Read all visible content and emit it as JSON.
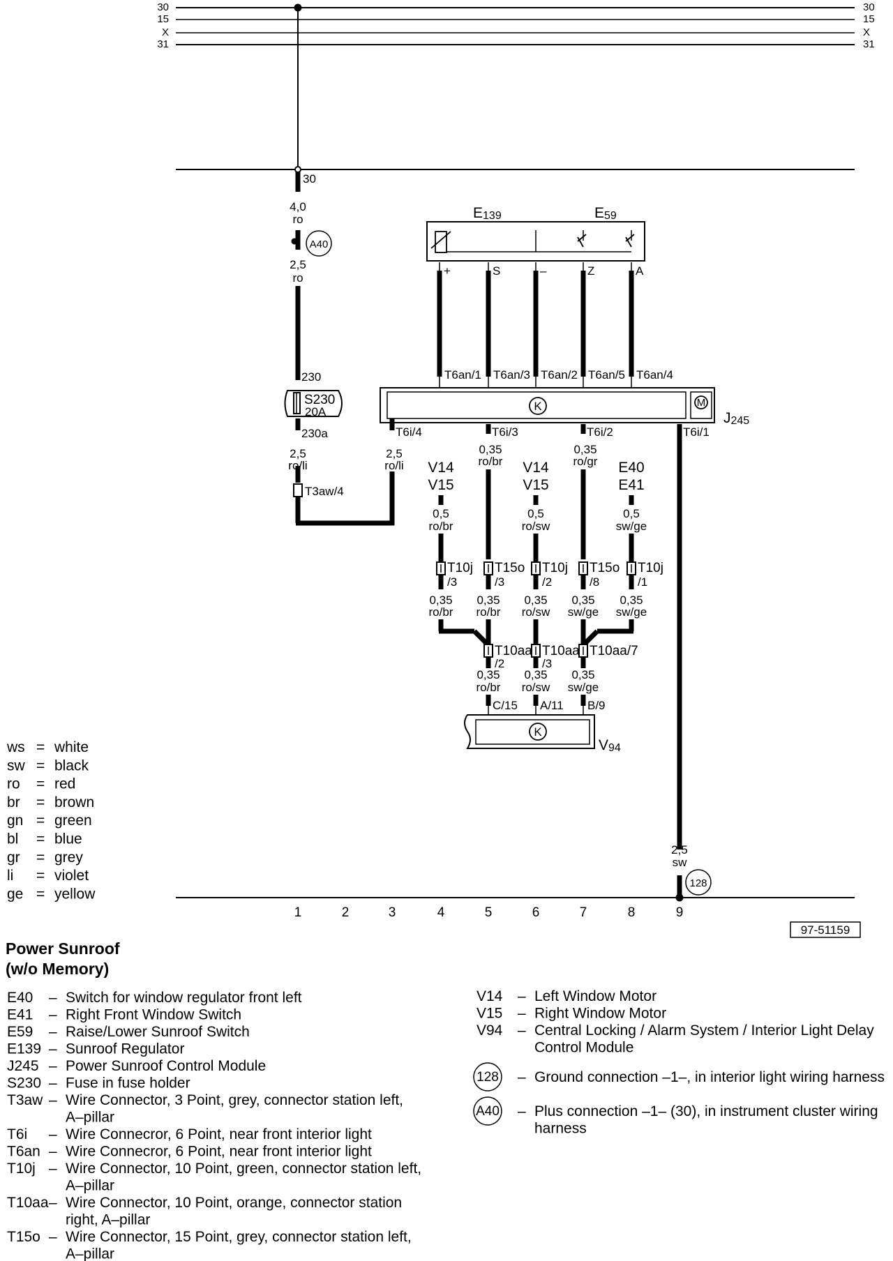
{
  "diagram_id": "97-51159",
  "title_line1": "Power Sunroof",
  "title_line2": "(w/o Memory)",
  "rails": [
    {
      "label": "30"
    },
    {
      "label": "15"
    },
    {
      "label": "X"
    },
    {
      "label": "31"
    }
  ],
  "terminal_30": "30",
  "components": {
    "E139": "E139",
    "E59": "E59",
    "J245": "J245",
    "V94": "V94",
    "S230": "S230",
    "S230_rating": "20A",
    "E139_sub": "139",
    "E59_sub": "59",
    "J245_sub": "245",
    "V94_sub": "94",
    "S230_sub": "230"
  },
  "switch_pins": [
    "+",
    "S",
    "–",
    "Z",
    "A"
  ],
  "j245_top_pins": [
    "T6an/1",
    "T6an/3",
    "T6an/2",
    "T6an/5",
    "T6an/4"
  ],
  "j245_bottom_pins": [
    "T6i/4",
    "T6i/3",
    "T6i/2",
    "T6i/1"
  ],
  "fuse_pins": {
    "in": "230",
    "out": "230a"
  },
  "grounds": {
    "a40": "A40",
    "g128": "128"
  },
  "wires": {
    "w30a_size": "4,0",
    "w30a_color": "ro",
    "w30b_size": "2,5",
    "w30b_color": "ro",
    "fuse_out_size": "2,5",
    "fuse_out_color": "ro/li",
    "t6i4_size": "2,5",
    "t6i4_color": "ro/li",
    "t6i3_size": "0,35",
    "t6i3_color": "ro/br",
    "t6i2_size": "0,35",
    "t6i2_color": "ro/gr",
    "gnd_size": "2,5",
    "gnd_color": "sw"
  },
  "conn_t3aw": "T3aw/4",
  "motor_refs": [
    {
      "a": "V14",
      "b": "V15",
      "size": "0,5",
      "color": "ro/br"
    },
    {
      "a": "V14",
      "b": "V15",
      "size": "0,5",
      "color": "ro/sw"
    },
    {
      "a": "E40",
      "b": "E41",
      "size": "0,5",
      "color": "sw/ge"
    }
  ],
  "connectors_mid": [
    {
      "name": "T10j",
      "pin": "/3"
    },
    {
      "name": "T15o",
      "pin": "/3"
    },
    {
      "name": "T10j",
      "pin": "/2"
    },
    {
      "name": "T15o",
      "pin": "/8"
    },
    {
      "name": "T10j",
      "pin": "/1"
    }
  ],
  "wires_mid": [
    {
      "size": "0,35",
      "color": "ro/br"
    },
    {
      "size": "0,35",
      "color": "ro/br"
    },
    {
      "size": "0,35",
      "color": "ro/sw"
    },
    {
      "size": "0,35",
      "color": "sw/ge"
    },
    {
      "size": "0,35",
      "color": "sw/ge"
    }
  ],
  "connectors_low": [
    {
      "name": "T10aa",
      "pin": "/2"
    },
    {
      "name": "T10aa",
      "pin": "/3"
    },
    {
      "name": "T10aa/7",
      "pin": ""
    }
  ],
  "wires_low": [
    {
      "size": "0,35",
      "color": "ro/br"
    },
    {
      "size": "0,35",
      "color": "ro/sw"
    },
    {
      "size": "0,35",
      "color": "sw/ge"
    }
  ],
  "v94_pins": [
    "C/15",
    "A/11",
    "B/9"
  ],
  "relay_symbol": "K",
  "motor_symbol": "M",
  "columns": [
    "1",
    "2",
    "3",
    "4",
    "5",
    "6",
    "7",
    "8",
    "9"
  ],
  "color_legend": [
    {
      "code": "ws",
      "eq": "=",
      "name": "white"
    },
    {
      "code": "sw",
      "eq": "=",
      "name": "black"
    },
    {
      "code": "ro",
      "eq": "=",
      "name": "red"
    },
    {
      "code": "br",
      "eq": "=",
      "name": "brown"
    },
    {
      "code": "gn",
      "eq": "=",
      "name": "green"
    },
    {
      "code": "bl",
      "eq": "=",
      "name": "blue"
    },
    {
      "code": "gr",
      "eq": "=",
      "name": "grey"
    },
    {
      "code": "li",
      "eq": "=",
      "name": "violet"
    },
    {
      "code": "ge",
      "eq": "=",
      "name": "yellow"
    }
  ],
  "legend_left": [
    {
      "code": "E40",
      "lines": [
        "Switch for window regulator front left"
      ]
    },
    {
      "code": "E41",
      "lines": [
        "Right Front Window Switch"
      ]
    },
    {
      "code": "E59",
      "lines": [
        "Raise/Lower Sunroof Switch"
      ]
    },
    {
      "code": "E139",
      "lines": [
        "Sunroof Regulator"
      ]
    },
    {
      "code": "J245",
      "lines": [
        "Power Sunroof Control Module"
      ]
    },
    {
      "code": "S230",
      "lines": [
        "Fuse in fuse holder"
      ]
    },
    {
      "code": "T3aw",
      "lines": [
        "Wire Connector, 3 Point, grey, connector station left,",
        "A–pillar"
      ]
    },
    {
      "code": "T6i",
      "lines": [
        "Wire Connecror, 6 Point, near front interior light"
      ]
    },
    {
      "code": "T6an",
      "lines": [
        "Wire Connecror, 6 Point, near front interior light"
      ]
    },
    {
      "code": "T10j",
      "lines": [
        "Wire Connector, 10 Point, green, connector station left,",
        "A–pillar"
      ]
    },
    {
      "code": "T10aa",
      "lines": [
        "Wire Connector, 10 Point, orange, connector station",
        "right, A–pillar"
      ]
    },
    {
      "code": "T15o",
      "lines": [
        "Wire Connector, 15 Point, grey, connector station left,",
        "A–pillar"
      ]
    }
  ],
  "legend_right": [
    {
      "code": "V14",
      "lines": [
        "Left Window Motor"
      ]
    },
    {
      "code": "V15",
      "lines": [
        "Right Window Motor"
      ]
    },
    {
      "code": "V94",
      "lines": [
        "Central Locking / Alarm System / Interior Light Delay",
        "Control Module"
      ]
    }
  ],
  "legend_symbols": [
    {
      "symbol": "128",
      "lines": [
        "Ground connection –1–, in interior light wiring harness"
      ]
    },
    {
      "symbol": "A40",
      "lines": [
        "Plus connection –1– (30), in instrument cluster wiring",
        "harness"
      ]
    }
  ]
}
